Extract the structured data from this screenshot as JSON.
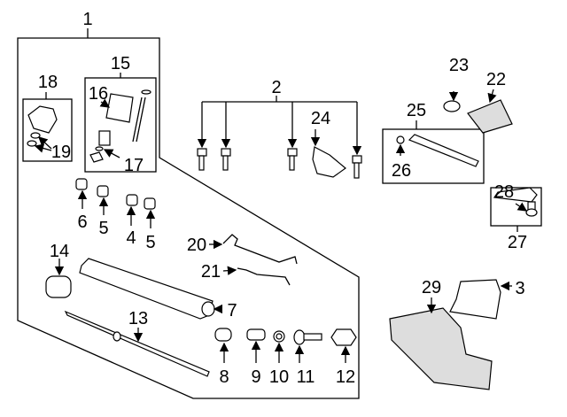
{
  "diagram": {
    "labels": {
      "l1": "1",
      "l2": "2",
      "l3": "3",
      "l4": "4",
      "l5a": "5",
      "l5b": "5",
      "l6": "6",
      "l7": "7",
      "l8": "8",
      "l9": "9",
      "l10": "10",
      "l11": "11",
      "l12": "12",
      "l13": "13",
      "l14": "14",
      "l15": "15",
      "l16": "16",
      "l17": "17",
      "l18": "18",
      "l19": "19",
      "l20": "20",
      "l21": "21",
      "l22": "22",
      "l23": "23",
      "l24": "24",
      "l25": "25",
      "l26": "26",
      "l27": "27",
      "l28": "28",
      "l29": "29"
    },
    "colors": {
      "line": "#000000",
      "background": "#ffffff",
      "part_fill": "#dddddd"
    }
  }
}
